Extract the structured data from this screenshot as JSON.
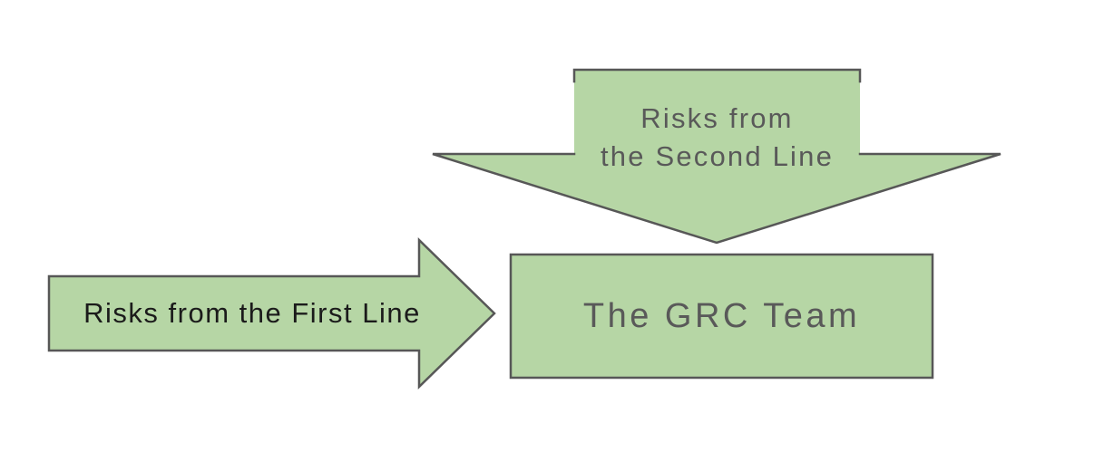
{
  "page": {
    "background": "#ffffff"
  },
  "colors": {
    "shape_fill": "#b6d6a5",
    "shape_stroke": "#575757",
    "label_gray": "#595959",
    "label_dark": "#1b1b1b"
  },
  "diagram": {
    "second_line_arrow": {
      "label_line1": "Risks from",
      "label_line2": "the Second Line"
    },
    "first_line_arrow": {
      "label": "Risks from the First Line"
    },
    "grc_box": {
      "label": "The GRC Team"
    }
  }
}
